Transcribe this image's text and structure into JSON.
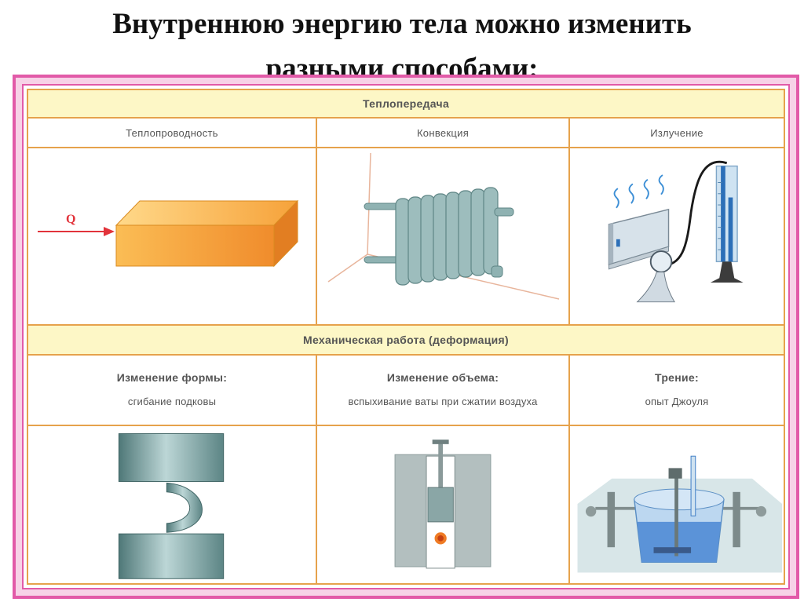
{
  "slide": {
    "title_line1": "Внутреннюю энергию тела можно изменить",
    "title_line2": "разными способами:"
  },
  "heat_transfer": {
    "section_title": "Теплопередача",
    "columns": [
      {
        "label": "Теплопроводность",
        "figure": "heated-block-illustration"
      },
      {
        "label": "Конвекция",
        "figure": "radiator-illustration"
      },
      {
        "label": "Излучение",
        "figure": "radiation-thermoscope-illustration"
      }
    ],
    "arrow_label": "Q"
  },
  "mechanical_work": {
    "section_title": "Механическая работа (деформация)",
    "columns": [
      {
        "title": "Изменение формы:",
        "text": "сгибание подковы",
        "figure": "bent-horseshoe-illustration"
      },
      {
        "title": "Изменение объема:",
        "text": "вспыхивание ваты при сжатии воздуха",
        "figure": "air-compression-syringe-illustration"
      },
      {
        "title": "Трение:",
        "text": "опыт Джоуля",
        "figure": "joule-experiment-illustration"
      }
    ]
  },
  "colors": {
    "frame": "#e25aa8",
    "grid_lines": "#e6a24c",
    "band_background": "#fdf7c6",
    "block": "#f6a23a",
    "metal": "#7fa3a3"
  }
}
